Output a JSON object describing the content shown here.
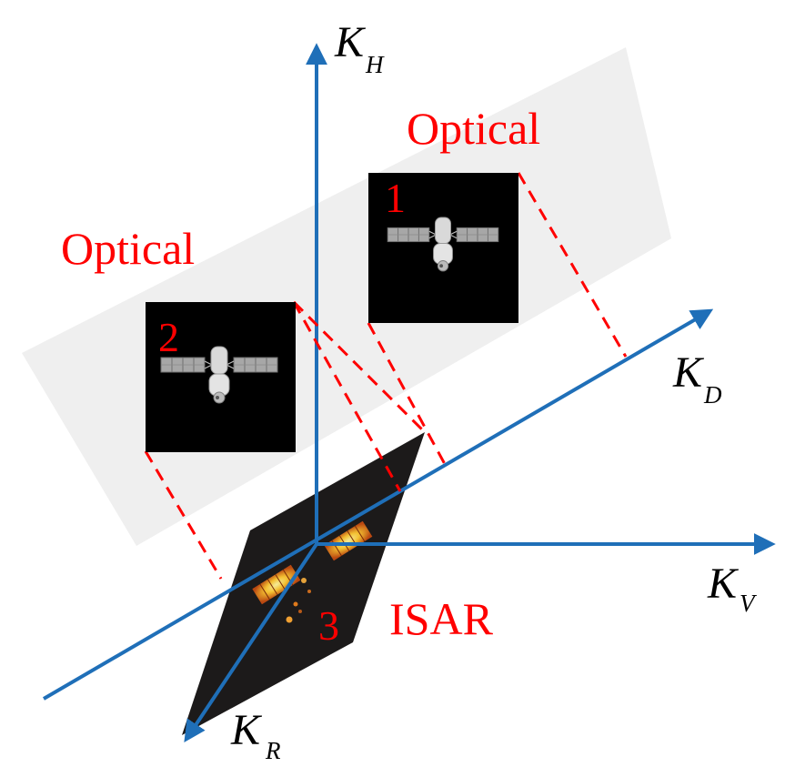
{
  "labels": {
    "optical_1": "Optical",
    "optical_2": "Optical",
    "isar": "ISAR",
    "num_1": "1",
    "num_2": "2",
    "num_3": "3"
  },
  "axes": {
    "kh": {
      "main": "K",
      "sub": "H"
    },
    "kd": {
      "main": "K",
      "sub": "D"
    },
    "kv": {
      "main": "K",
      "sub": "V"
    },
    "kr": {
      "main": "K",
      "sub": "R"
    }
  },
  "colors": {
    "axis": "#1f6fb8",
    "projection": "#ff0000",
    "label_red": "#ff0000",
    "plane": "#efefef",
    "image_bg": "#000000"
  },
  "icons": {
    "satellite": "satellite-icon"
  }
}
